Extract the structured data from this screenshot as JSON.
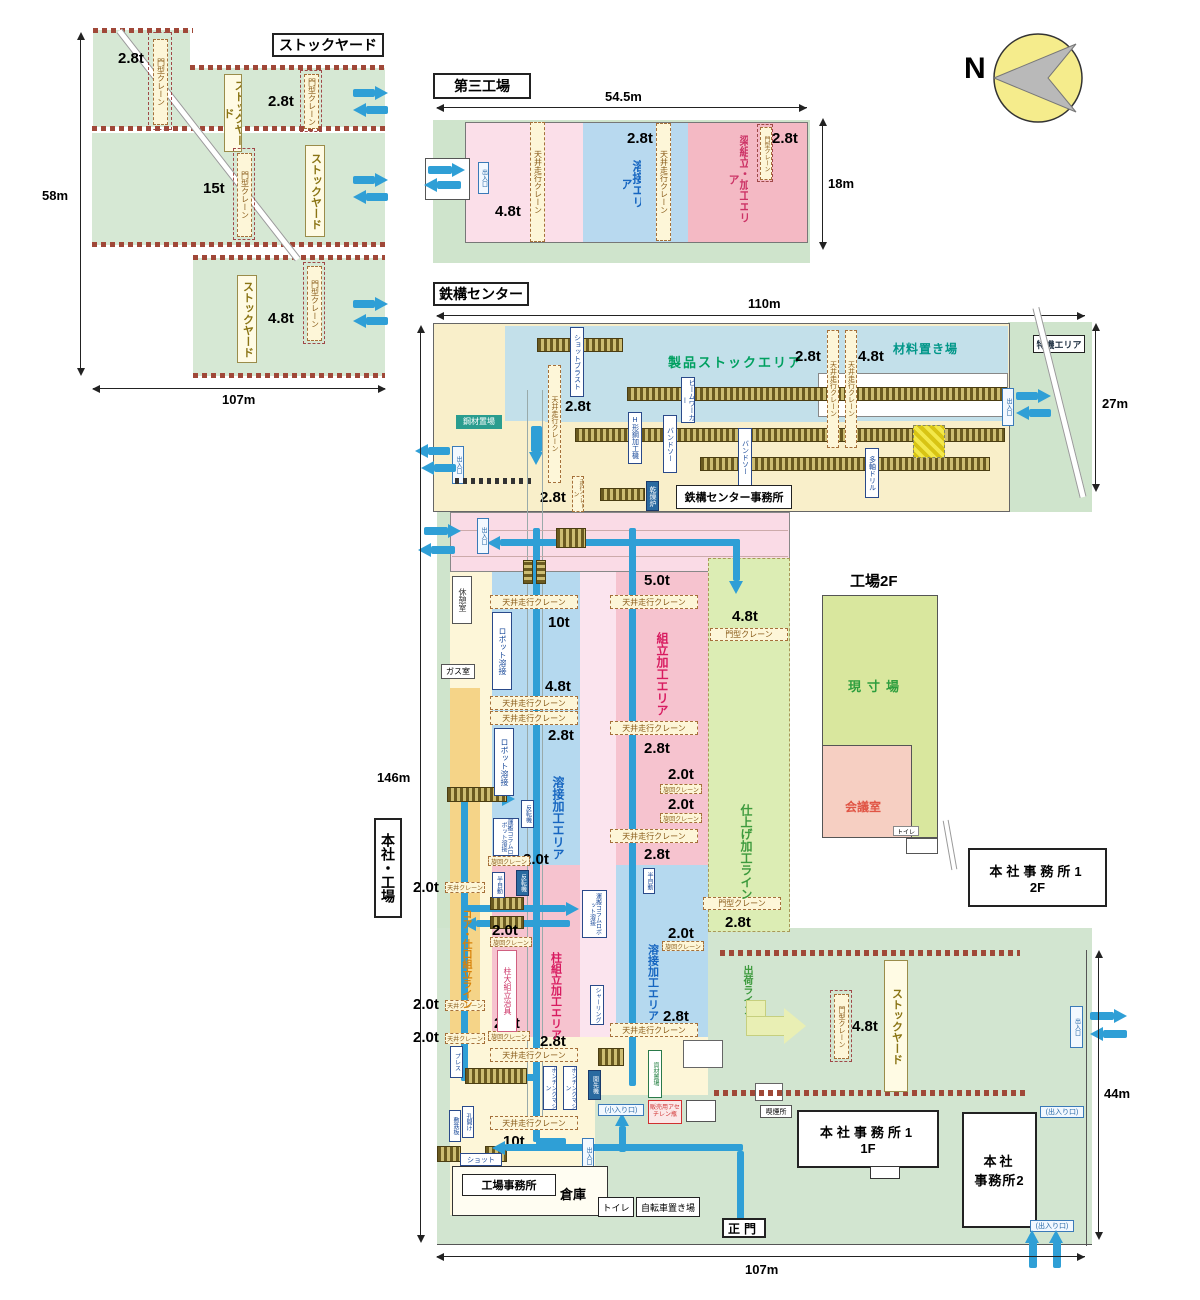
{
  "common": {
    "ohc": "天井走行クレーン",
    "ohc_small": "天井クレーン",
    "gate_crane": "門型クレーン",
    "swing_crane": "旋回クレーン",
    "travel_crane": "走行クレーン",
    "entry": "出入口",
    "entry_paren": "(出入り口)",
    "entry_small": "(小入り口)",
    "stockyard": "ストックヤード",
    "t20": "2.0t",
    "t28": "2.8t",
    "t48": "4.8t",
    "t50": "5.0t",
    "t10": "10t",
    "t15": "15t"
  },
  "compass": {
    "north": "N"
  },
  "stockyard": {
    "title": "ストックヤード",
    "dim_height": "58m",
    "dim_width": "107m"
  },
  "factory3": {
    "title": "第三工場",
    "dim_width": "54.5m",
    "dim_height": "18m",
    "weld_area": "溶接エリア",
    "beam_area": "梁組立・加工エリア"
  },
  "steel_center": {
    "title": "鉄構センター",
    "dim_width": "110m",
    "dim_height": "27m",
    "product_stock": "製品ストックエリア",
    "material_area": "材料置き場",
    "special_area": "特機エリア",
    "steel_storage": "鋼材置場",
    "office": "鉄構センター事務所",
    "shot_blast": "ショットブラスト",
    "beam_worker": "ビームワーカー",
    "h_steel_machine": "H形鋼加工機",
    "band_saw": "バンドソー",
    "multi_drill": "多軸ドリル",
    "dryer": "乾燥炉"
  },
  "hq": {
    "title": "本社・工場",
    "dim_height": "146m",
    "dim_width": "107m",
    "dim_east": "44m",
    "weld_area": "溶接加工エリア",
    "assembly_area": "組立加工エリア",
    "column_assembly_area": "柱組立加工エリア",
    "finishing_line": "仕上げ加工ライン",
    "core_line": "コア・仕口組立ライン",
    "shipping_line": "出荷ライン",
    "robot_weld": "ロボット溶接",
    "column_robot_weld": "運搬コラムロボット溶接",
    "shearing": "シャーリング",
    "column_jig": "柱大組立治具",
    "semi_auto": "半自動",
    "flipper": "反転機",
    "press": "プレス",
    "shot": "ショット",
    "hole_punch": "孔開け",
    "floor_plate": "敷鉄板",
    "punching_machine": "ポンチングマシン",
    "beveler": "開先機",
    "material_storage": "資材置場",
    "rest_room": "休憩室",
    "gas_room": "ガス室",
    "factory_office": "工場事務所",
    "warehouse": "倉庫",
    "toilet": "トイレ",
    "bicycle": "自転車置き場",
    "main_gate": "正門",
    "office1": "本社事務所1",
    "office1_floor": "1F",
    "office2_line1": "本社",
    "office2_line2": "事務所2",
    "smoking": "喫煙所",
    "acetylene": "販売用アセチレン瓶"
  },
  "factory2f": {
    "title": "工場2F",
    "genzun": "現寸場",
    "meeting": "会議室",
    "toilet": "トイレ",
    "office": "本社事務所1",
    "floor": "2F"
  }
}
